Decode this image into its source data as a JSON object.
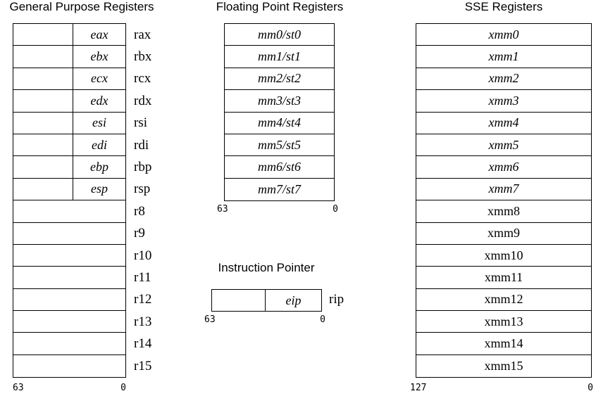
{
  "gpr": {
    "title": "General Purpose Registers",
    "cells": [
      "eax",
      "ebx",
      "ecx",
      "edx",
      "esi",
      "edi",
      "ebp",
      "esp"
    ],
    "labels": [
      "rax",
      "rbx",
      "rcx",
      "rdx",
      "rsi",
      "rdi",
      "rbp",
      "rsp",
      "r8",
      "r9",
      "r10",
      "r11",
      "r12",
      "r13",
      "r14",
      "r15"
    ],
    "bit_high": "63",
    "bit_low": "0"
  },
  "fpr": {
    "title": "Floating Point Registers",
    "cells": [
      "mm0/st0",
      "mm1/st1",
      "mm2/st2",
      "mm3/st3",
      "mm4/st4",
      "mm5/st5",
      "mm6/st6",
      "mm7/st7"
    ],
    "bit_high": "63",
    "bit_low": "0"
  },
  "ip": {
    "title": "Instruction Pointer",
    "cell": "eip",
    "label": "rip",
    "bit_high": "63",
    "bit_low": "0"
  },
  "sse": {
    "title": "SSE Registers",
    "cells": [
      "xmm0",
      "xmm1",
      "xmm2",
      "xmm3",
      "xmm4",
      "xmm5",
      "xmm6",
      "xmm7",
      "xmm8",
      "xmm9",
      "xmm10",
      "xmm11",
      "xmm12",
      "xmm13",
      "xmm14",
      "xmm15"
    ],
    "bit_high": "127",
    "bit_low": "0"
  }
}
